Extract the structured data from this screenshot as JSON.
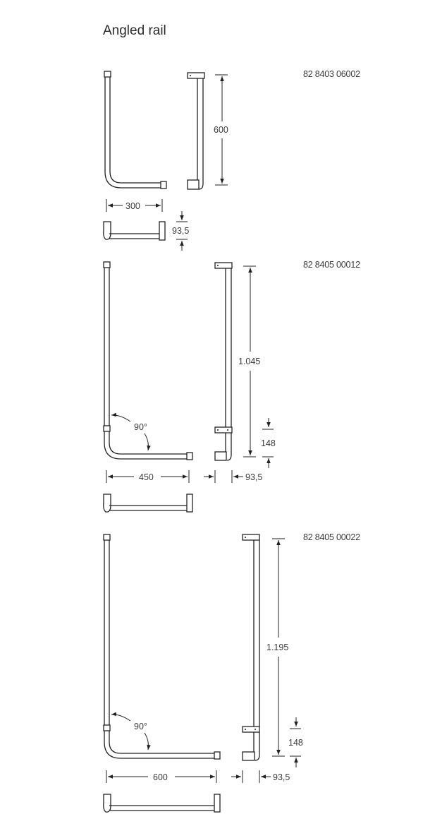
{
  "title": "Angled rail",
  "products": [
    {
      "code": "82 8403 06002",
      "dimensions": {
        "height": "600",
        "width": "300",
        "depth": "93,5"
      }
    },
    {
      "code": "82 8405 00012",
      "dimensions": {
        "height": "1.045",
        "width": "450",
        "depth": "93,5",
        "support_offset": "148",
        "angle": "90°"
      }
    },
    {
      "code": "82 8405 00022",
      "dimensions": {
        "height": "1.195",
        "width": "600",
        "depth": "93,5",
        "support_offset": "148",
        "angle": "90°"
      }
    }
  ]
}
